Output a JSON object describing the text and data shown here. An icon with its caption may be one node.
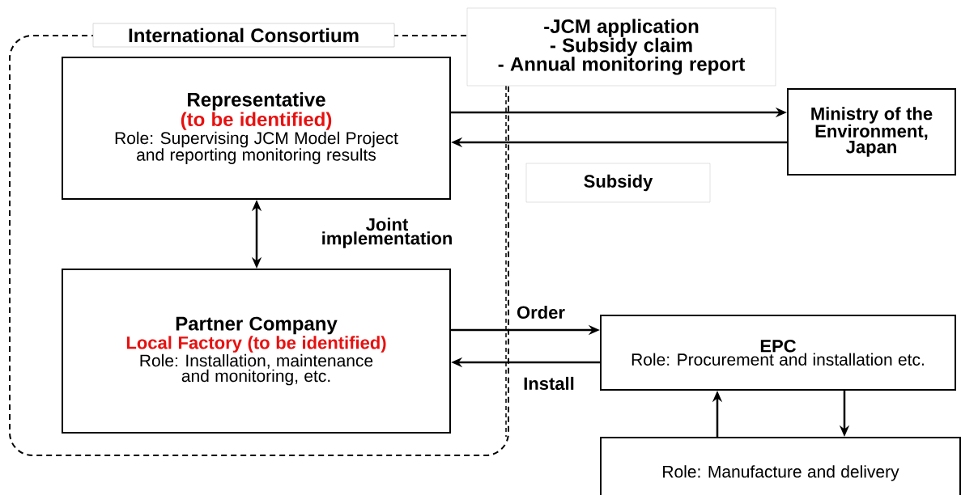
{
  "diagram": {
    "nodes": [
      {
        "text": [
          "International Consortium"
        ]
      },
      {
        "text": [
          "Representative",
          "(to be identified)",
          "Role: Supervising JCM Model Project and reporting monitoring results"
        ],
        "in": 0
      },
      {
        "text": [
          "Partner Company",
          "Local Factory (to be identified)",
          "Role: Installation, maintenance and monitoring, etc."
        ],
        "in": 0
      },
      {
        "text": [
          "Ministry of the Environment, Japan"
        ]
      },
      {
        "text": [
          "EPC",
          "Role: Procurement and installation etc."
        ]
      },
      {
        "text": [
          "Role: Manufacture and delivery"
        ]
      }
    ],
    "edges": [
      {
        "from": 1,
        "to": 3,
        "arrow": "to"
      },
      {
        "from": 3,
        "to": 1,
        "arrow": "to"
      },
      {
        "from": 1,
        "to": 2,
        "arrow": "both",
        "label": "Joint implementation"
      },
      {
        "from": 2,
        "to": 4,
        "arrow": "to",
        "label": "Order"
      },
      {
        "from": 4,
        "to": 2,
        "arrow": "to",
        "label": "Install"
      },
      {
        "from": 5,
        "to": 4,
        "arrow": "to"
      },
      {
        "from": 4,
        "to": 5,
        "arrow": "to"
      }
    ],
    "labels": [
      "-JCM application",
      "- Subsidy claim",
      "- Annual monitoring report",
      "Subsidy"
    ]
  }
}
